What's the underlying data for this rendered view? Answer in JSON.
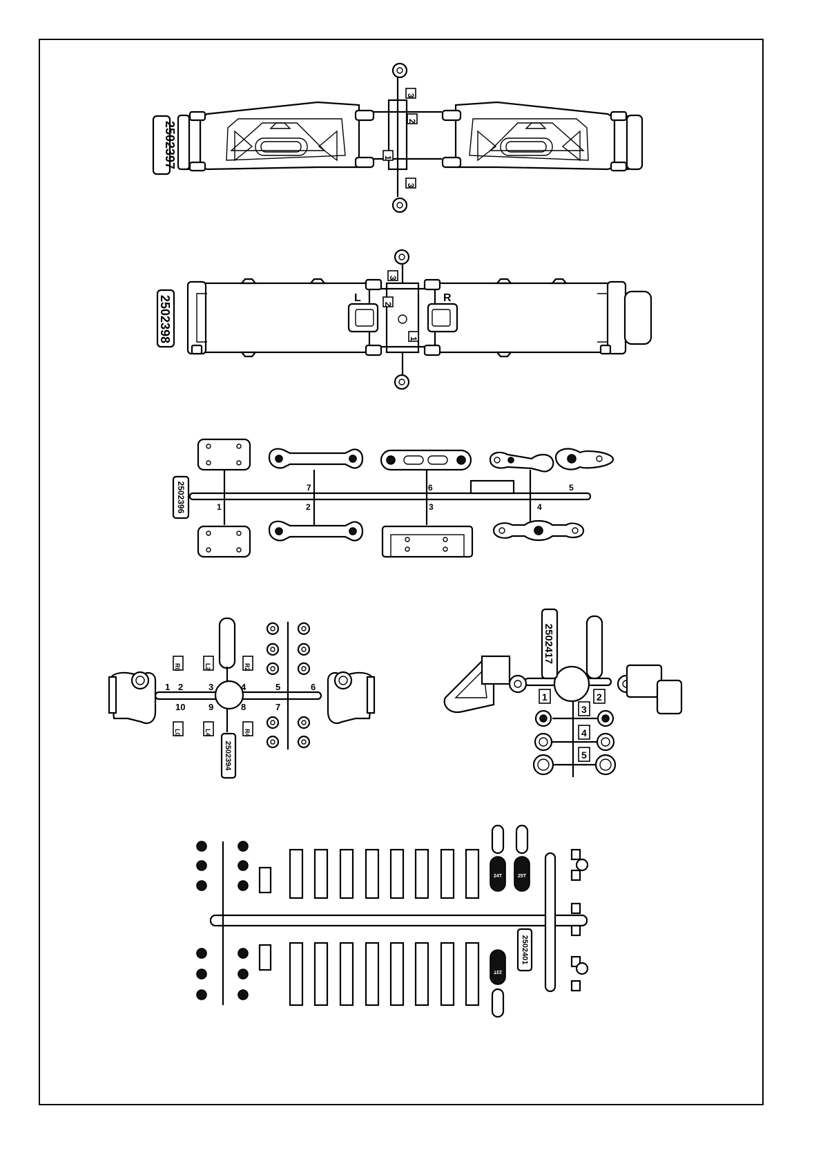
{
  "trees": [
    {
      "code": "2502397",
      "gate_labels": [
        "1",
        "2",
        "3",
        "3"
      ]
    },
    {
      "code": "2502398",
      "gate_labels": [
        "1",
        "2",
        "3"
      ],
      "side_labels": [
        "L",
        "R"
      ]
    },
    {
      "code": "2502396",
      "gate_labels": [
        "1",
        "2",
        "3",
        "4",
        "5",
        "6",
        "7"
      ]
    },
    {
      "code": "2502394",
      "gate_labels": [
        "1",
        "2",
        "3",
        "4",
        "5",
        "6",
        "7",
        "8",
        "9",
        "10"
      ],
      "tag_labels": [
        "R0",
        "L2",
        "R2",
        "L0",
        "L4",
        "R4"
      ]
    },
    {
      "code": "2502417",
      "gate_labels": [
        "1",
        "2",
        "3",
        "4",
        "5"
      ]
    },
    {
      "code": "2502401",
      "tag_labels": [
        "24T",
        "25T",
        "23T"
      ]
    }
  ]
}
